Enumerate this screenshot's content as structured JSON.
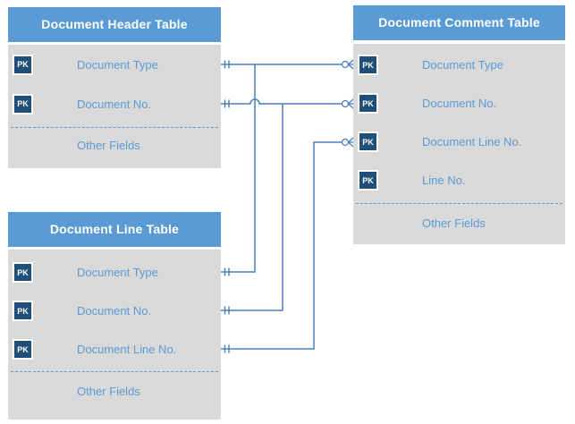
{
  "labels": {
    "pk": "PK"
  },
  "colors": {
    "header_fill": "#5B9BD5",
    "body_fill": "#D9D9D9",
    "pk_badge_fill": "#1F4E79",
    "field_text": "#5B9BD5",
    "connector": "#4A7EBC"
  },
  "tables": {
    "header_table": {
      "title": "Document Header Table",
      "fields": [
        "Document Type",
        "Document No."
      ],
      "other_fields": "Other Fields"
    },
    "line_table": {
      "title": "Document Line Table",
      "fields": [
        "Document Type",
        "Document No.",
        "Document Line No."
      ],
      "other_fields": "Other Fields"
    },
    "comment_table": {
      "title": "Document Comment Table",
      "fields": [
        "Document Type",
        "Document No.",
        "Document Line No.",
        "Line No."
      ],
      "other_fields": "Other Fields"
    }
  },
  "relationships": [
    {
      "from_table": "Document Header Table",
      "from_field": "Document Type",
      "to_table": "Document Comment Table",
      "to_field": "Document Type",
      "from_cardinality": "one and only one",
      "to_cardinality": "zero or many"
    },
    {
      "from_table": "Document Header Table",
      "from_field": "Document No.",
      "to_table": "Document Comment Table",
      "to_field": "Document No.",
      "from_cardinality": "one and only one",
      "to_cardinality": "zero or many"
    },
    {
      "from_table": "Document Line Table",
      "from_field": "Document Type",
      "to_table": "Document Comment Table",
      "to_field": "Document Type",
      "from_cardinality": "one and only one",
      "to_cardinality": "zero or many"
    },
    {
      "from_table": "Document Line Table",
      "from_field": "Document No.",
      "to_table": "Document Comment Table",
      "to_field": "Document No.",
      "from_cardinality": "one and only one",
      "to_cardinality": "zero or many"
    },
    {
      "from_table": "Document Line Table",
      "from_field": "Document Line No.",
      "to_table": "Document Comment Table",
      "to_field": "Document Line No.",
      "from_cardinality": "one and only one",
      "to_cardinality": "zero or many"
    }
  ]
}
